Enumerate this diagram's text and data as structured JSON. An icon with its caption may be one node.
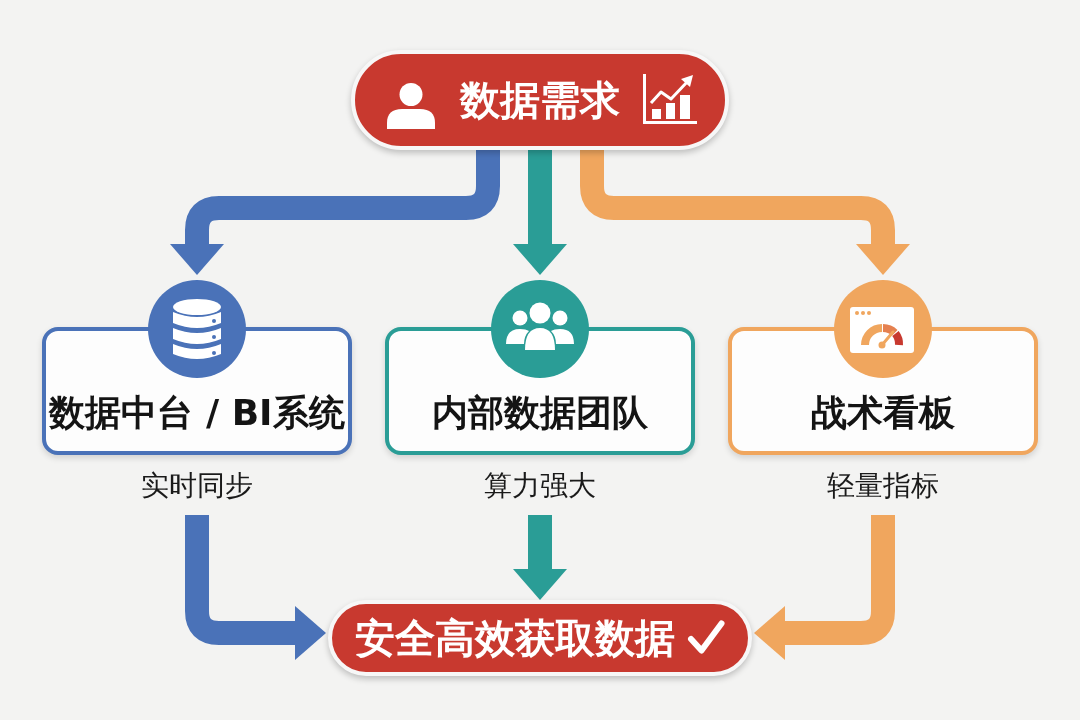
{
  "diagram": {
    "nodes": [
      {
        "text": [
          "数据需求"
        ]
      },
      {
        "text": [
          "数据中台 / BI系统"
        ],
        "beside": [
          "实时同步"
        ]
      },
      {
        "text": [
          "内部数据团队"
        ],
        "beside": [
          "算力强大"
        ]
      },
      {
        "text": [
          "战术看板"
        ],
        "beside": [
          "轻量指标"
        ]
      },
      {
        "text": [
          "安全高效获取数据"
        ]
      }
    ],
    "edges": [
      {
        "from": 0,
        "to": 1,
        "arrow": "to",
        "color": "#4a72b8"
      },
      {
        "from": 0,
        "to": 2,
        "arrow": "to",
        "color": "#2a9d96"
      },
      {
        "from": 0,
        "to": 3,
        "arrow": "to",
        "color": "#f0a65e"
      },
      {
        "from": 1,
        "to": 4,
        "arrow": "to",
        "color": "#4a72b8"
      },
      {
        "from": 2,
        "to": 4,
        "arrow": "to",
        "color": "#2a9d96"
      },
      {
        "from": 3,
        "to": 4,
        "arrow": "to",
        "color": "#f0a65e"
      }
    ]
  }
}
